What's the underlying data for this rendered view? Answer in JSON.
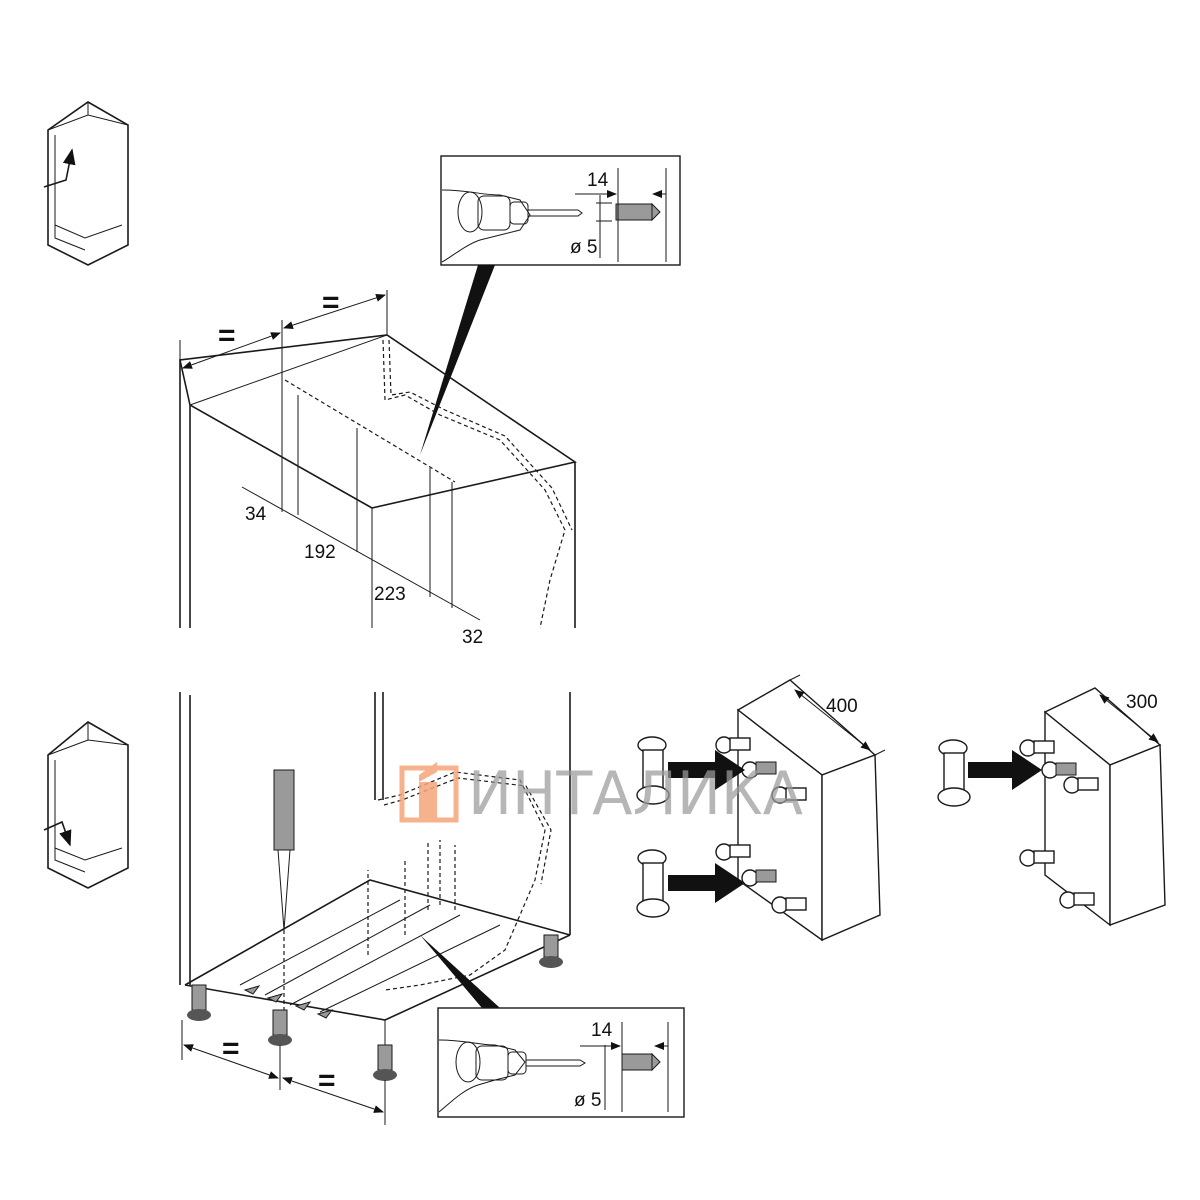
{
  "top_detail": {
    "depth": "14",
    "diameter": "ø 5"
  },
  "top_cabinet": {
    "equal_left": "=",
    "equal_right": "=",
    "dims": [
      "34",
      "192",
      "223",
      "32"
    ]
  },
  "bottom_cabinet": {
    "equal_left": "=",
    "equal_right": "="
  },
  "bottom_detail": {
    "depth": "14",
    "diameter": "ø 5"
  },
  "leg_panel_400": {
    "width": "400"
  },
  "leg_panel_300": {
    "width": "300"
  },
  "watermark": {
    "text": "ИНТАЛИКА"
  },
  "colors": {
    "logo_orange": "#f5a47a",
    "logo_grey": "#9b9b9b",
    "drill_grey": "#9a9a9a"
  }
}
